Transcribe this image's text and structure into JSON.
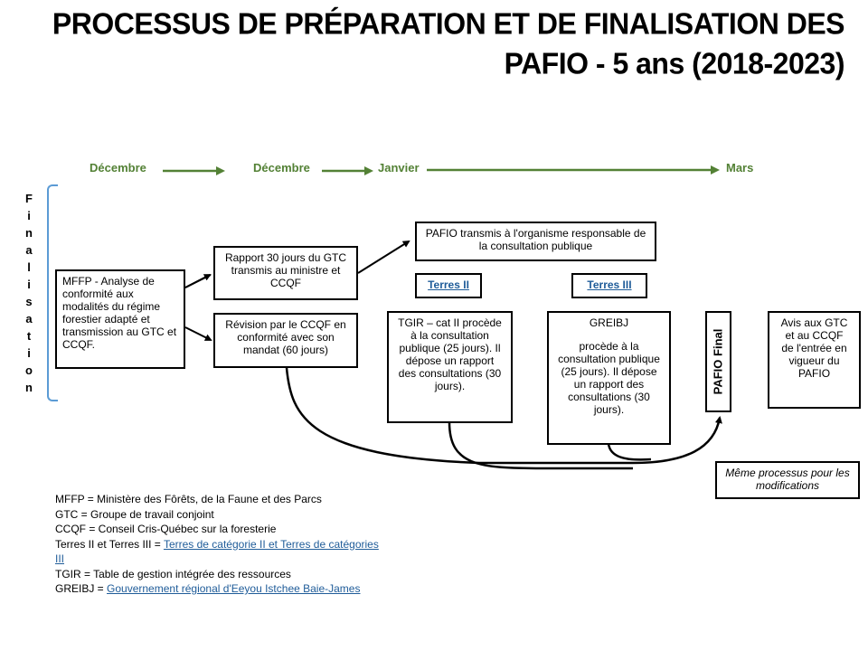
{
  "title": {
    "line1": "PROCESSUS DE PRÉPARATION ET DE FINALISATION DES",
    "line2": "PAFIO - 5 ans (2018-2023)"
  },
  "side_label": "Finalisation",
  "timeline": {
    "months": [
      "Décembre",
      "Décembre",
      "Janvier",
      "Mars"
    ],
    "color": "#538135"
  },
  "boxes": {
    "mffp": "MFFP - Analyse de conformité aux modalités du régime forestier adapté et transmission au GTC et CCQF.",
    "rapport": "Rapport 30 jours du GTC transmis au ministre et CCQF",
    "revision": "Révision par le CCQF en conformité avec son mandat (60 jours)",
    "pafio_transmis": "PAFIO transmis à l'organisme responsable de la consultation publique",
    "terres2": "Terres II",
    "terres3": "Terres III",
    "tgir": "TGIR – cat II procède à la consultation publique (25 jours). Il dépose un rapport des consultations (30 jours).",
    "greibj_title": "GREIBJ",
    "greibj_body": "procède à la consultation publique (25 jours). Il dépose un rapport des consultations (30 jours).",
    "pafio_final": "PAFIO Final",
    "avis": "Avis aux GTC et au CCQF de l'entrée en vigueur du PAFIO",
    "meme_processus": "Même processus pour les modifications"
  },
  "legend": {
    "mffp": "MFFP = Ministère des Fôrêts, de la Faune et des Parcs",
    "gtc": "GTC = Groupe de travail conjoint",
    "ccqf": "CCQF = Conseil Cris-Québec  sur la foresterie",
    "terres_prefix": "Terres II et Terres III = ",
    "terres_link": "Terres de catégorie II et Terres de catégories III",
    "tgir": "TGIR = Table de gestion intégrée des ressources",
    "greibj_prefix": "GREIBJ = ",
    "greibj_link": "Gouvernement  régional d'Eeyou Istchee Baie-James"
  },
  "colors": {
    "timeline_green": "#538135",
    "bracket_blue": "#5b9bd5",
    "link_blue": "#1f5c99"
  }
}
